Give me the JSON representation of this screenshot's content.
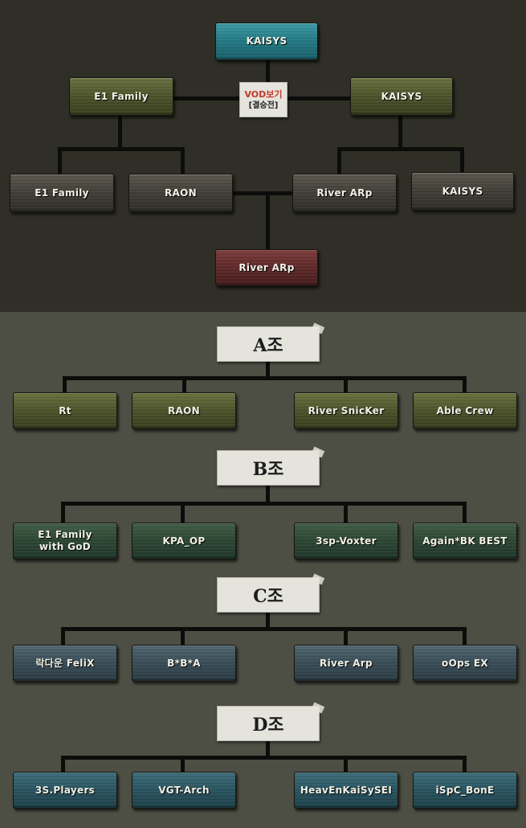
{
  "bracket": {
    "final_winner": "KAISYS",
    "finalist_left": "E1 Family",
    "finalist_right": "KAISYS",
    "vod_button": {
      "line1": "VOD보기",
      "line2": "[결승전]"
    },
    "semis": [
      "E1 Family",
      "RAON",
      "River ARp",
      "KAISYS"
    ],
    "third_place": "River ARp"
  },
  "groups": [
    {
      "label": "A조",
      "teams": [
        "Rt",
        "RAON",
        "River SnicKer",
        "Able Crew"
      ]
    },
    {
      "label": "B조",
      "teams": [
        "E1 Family\nwith GoD",
        "KPA_OP",
        "3sp-Voxter",
        "Again*BK BEST"
      ]
    },
    {
      "label": "C조",
      "teams": [
        "락다운 FeliX",
        "B*B*A",
        "River Arp",
        "oOps EX"
      ]
    },
    {
      "label": "D조",
      "teams": [
        "3S.Players",
        "VGT-Arch",
        "HeavEnKaiSySEI",
        "iSpC_BonE"
      ]
    }
  ]
}
